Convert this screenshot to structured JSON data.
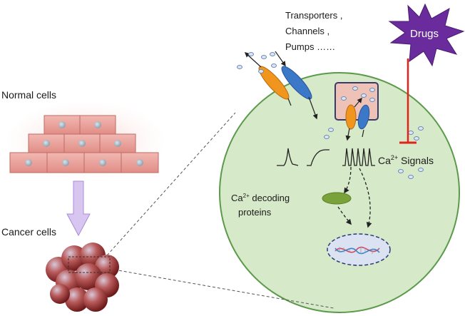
{
  "labels": {
    "normal_cells": "Normal cells",
    "cancer_cells": "Cancer cells",
    "transporters": "Transporters ,",
    "channels": "Channels ,",
    "pumps": "Pumps ……",
    "drugs": "Drugs",
    "ca_base": "Ca",
    "ca_sup": "2+",
    "signals": " Signals",
    "decoding": " decoding",
    "proteins": "proteins"
  },
  "colors": {
    "normal_cell_fill": "#e8a09a",
    "large_cell_fill": "#d6e9c8",
    "large_cell_stroke": "#5a9a4a",
    "drug_star": "#6a2c9c",
    "inhibit_line": "#e0241c",
    "arrow_down": "#c9b4e8",
    "channel_orange": "#f0961e",
    "channel_blue": "#3c78c8",
    "decoder": "#7aa23a",
    "nucleus_fill": "#dbe3f2",
    "tumor": "#a83a3a"
  }
}
